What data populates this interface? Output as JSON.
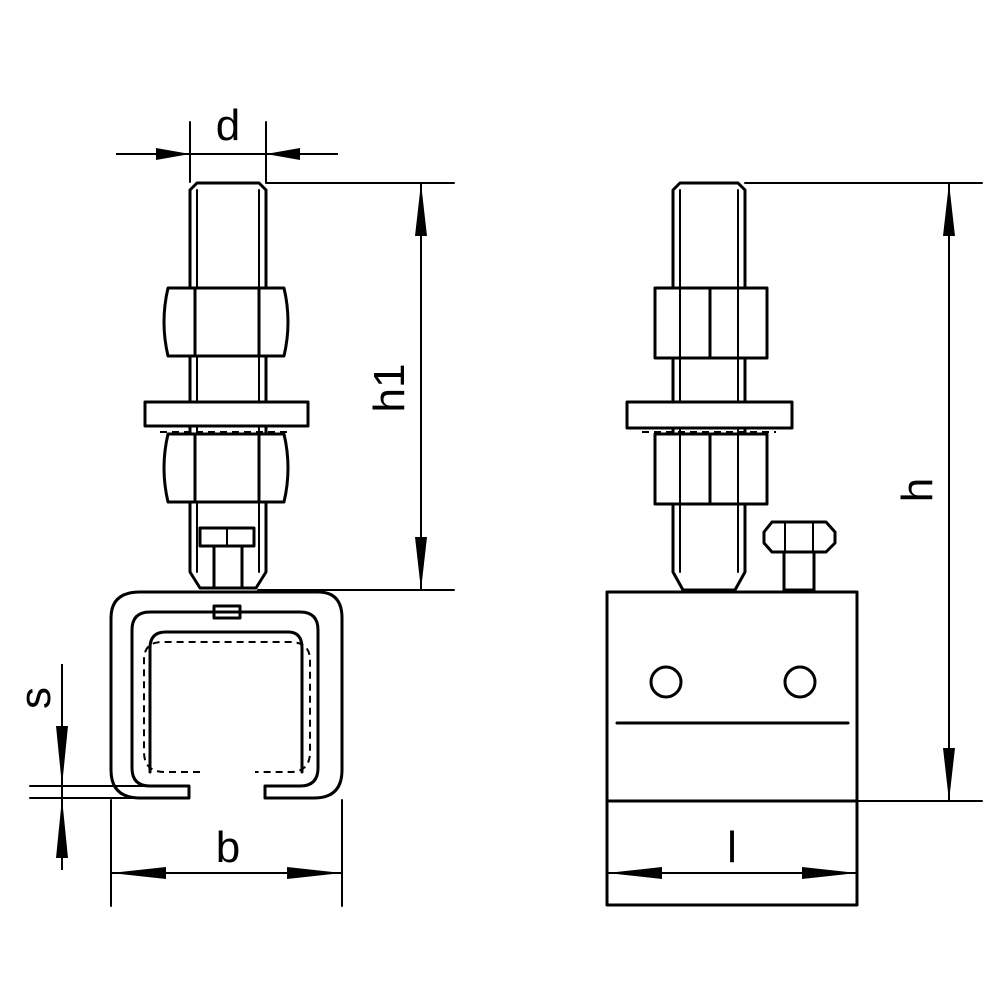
{
  "dimensions": {
    "d": "d",
    "h1": "h1",
    "h": "h",
    "s": "s",
    "b": "b",
    "l": "l"
  },
  "colors": {
    "line": "#000000",
    "background": "#ffffff"
  }
}
